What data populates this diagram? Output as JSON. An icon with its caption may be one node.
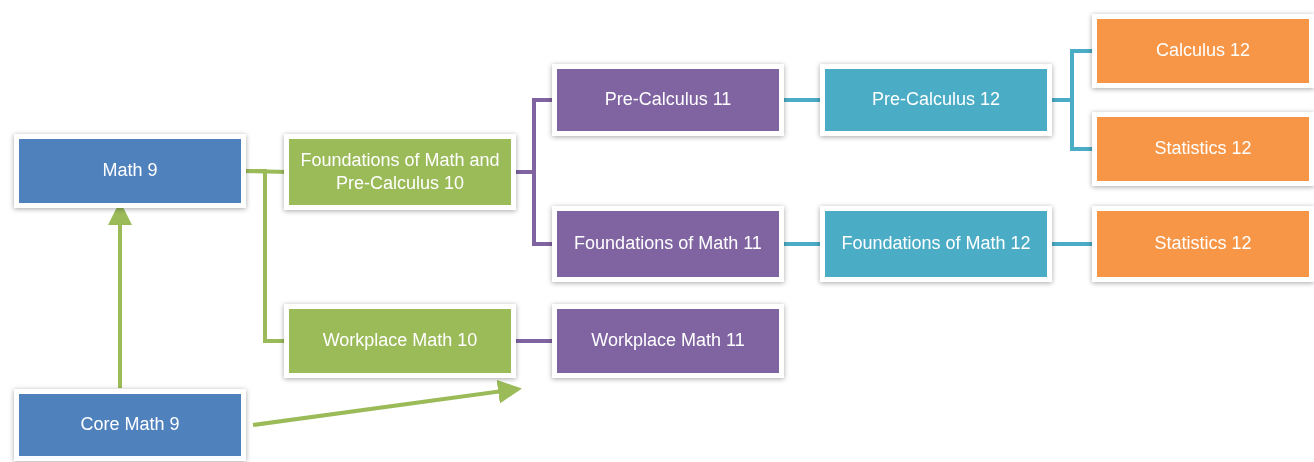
{
  "diagram": {
    "nodes": [
      {
        "text": [
          "Math 9"
        ]
      },
      {
        "text": [
          "Foundations of Math and Pre-Calculus 10"
        ]
      },
      {
        "text": [
          "Workplace Math 10"
        ]
      },
      {
        "text": [
          "Pre-Calculus 11"
        ]
      },
      {
        "text": [
          "Pre-Calculus 12"
        ]
      },
      {
        "text": [
          "Calculus 12"
        ]
      },
      {
        "text": [
          "Statistics 12"
        ]
      },
      {
        "text": [
          "Foundations of Math 11"
        ]
      },
      {
        "text": [
          "Foundations of Math 12"
        ]
      },
      {
        "text": [
          "Statistics 12"
        ]
      },
      {
        "text": [
          "Workplace Math 11"
        ]
      },
      {
        "text": [
          "Core Math 9"
        ]
      }
    ],
    "edges": [
      {
        "from": 0,
        "to": 1,
        "arrow": "none",
        "color": "#9bbb59"
      },
      {
        "from": 0,
        "to": 2,
        "arrow": "none",
        "color": "#9bbb59"
      },
      {
        "from": 1,
        "to": 3,
        "arrow": "none",
        "color": "#8064a2"
      },
      {
        "from": 1,
        "to": 7,
        "arrow": "none",
        "color": "#8064a2"
      },
      {
        "from": 2,
        "to": 10,
        "arrow": "none",
        "color": "#8064a2"
      },
      {
        "from": 3,
        "to": 4,
        "arrow": "none"
      },
      {
        "from": 4,
        "to": 5,
        "arrow": "none"
      },
      {
        "from": 4,
        "to": 6,
        "arrow": "none"
      },
      {
        "from": 7,
        "to": 8,
        "arrow": "none"
      },
      {
        "from": 8,
        "to": 9,
        "arrow": "none"
      },
      {
        "from": 11,
        "to": 0,
        "arrow": "to",
        "color": "#9bbb59"
      },
      {
        "from": 11,
        "to": 2,
        "arrow": "to",
        "color": "#9bbb59"
      }
    ]
  }
}
